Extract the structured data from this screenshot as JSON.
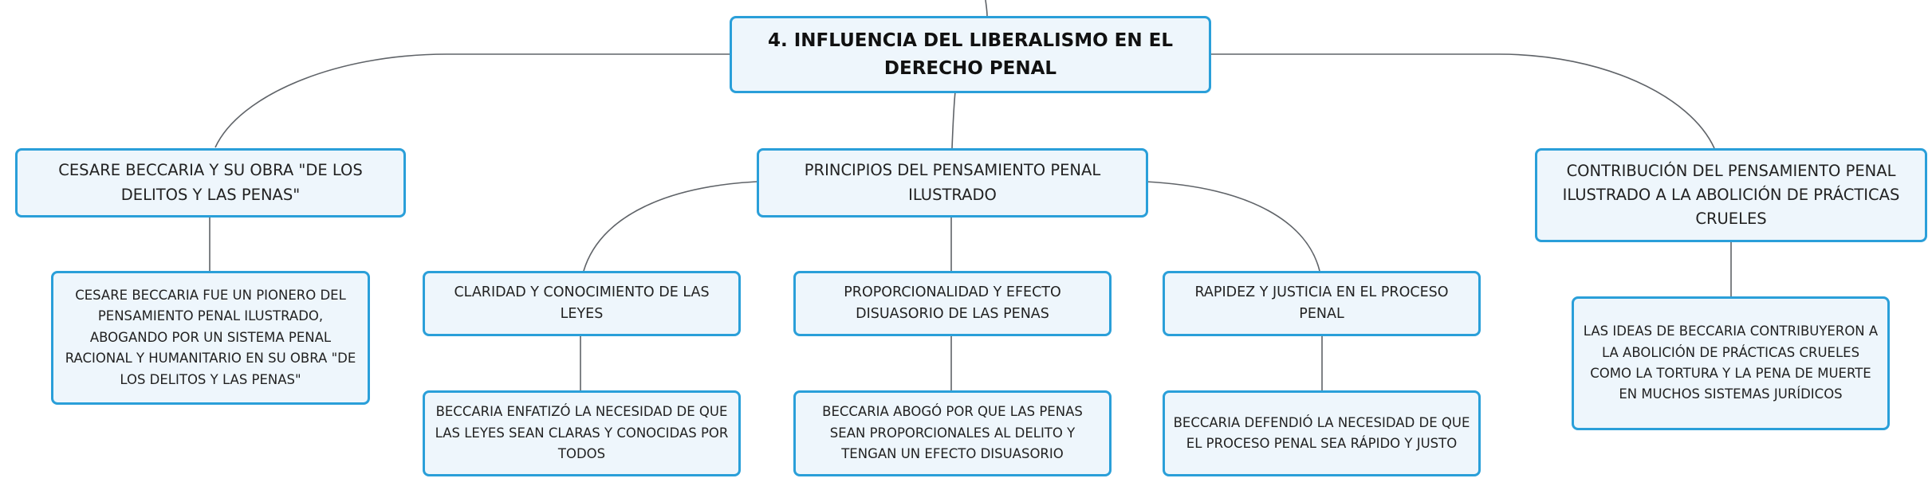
{
  "diagram": {
    "root": {
      "label": "4. INFLUENCIA DEL LIBERALISMO EN EL DERECHO PENAL"
    },
    "branches": {
      "beccaria": {
        "label": "CESARE BECCARIA Y SU OBRA \"DE LOS DELITOS Y LAS PENAS\""
      },
      "beccaria_detail": {
        "label": "CESARE BECCARIA FUE UN PIONERO DEL PENSAMIENTO PENAL ILUSTRADO, ABOGANDO POR UN SISTEMA PENAL RACIONAL Y HUMANITARIO EN SU OBRA \"DE LOS DELITOS Y LAS PENAS\""
      },
      "principios": {
        "label": "PRINCIPIOS DEL PENSAMIENTO PENAL ILUSTRADO"
      },
      "claridad": {
        "label": "CLARIDAD Y CONOCIMIENTO DE LAS LEYES"
      },
      "claridad_detail": {
        "label": "BECCARIA ENFATIZÓ LA NECESIDAD DE QUE LAS LEYES SEAN CLARAS Y CONOCIDAS POR TODOS"
      },
      "proporcionalidad": {
        "label": "PROPORCIONALIDAD Y EFECTO DISUASORIO DE LAS PENAS"
      },
      "proporcionalidad_detail": {
        "label": "BECCARIA ABOGÓ POR QUE LAS PENAS SEAN PROPORCIONALES AL DELITO Y TENGAN UN EFECTO DISUASORIO"
      },
      "rapidez": {
        "label": "RAPIDEZ Y JUSTICIA EN EL PROCESO PENAL"
      },
      "rapidez_detail": {
        "label": "BECCARIA DEFENDIÓ LA NECESIDAD DE QUE EL PROCESO PENAL SEA RÁPIDO Y JUSTO"
      },
      "contribucion": {
        "label": "CONTRIBUCIÓN DEL PENSAMIENTO PENAL ILUSTRADO A LA ABOLICIÓN DE PRÁCTICAS CRUELES"
      },
      "contribucion_detail": {
        "label": "LAS IDEAS DE BECCARIA CONTRIBUYERON A LA ABOLICIÓN DE PRÁCTICAS CRUELES COMO LA TORTURA Y LA PENA DE MUERTE EN MUCHOS SISTEMAS JURÍDICOS"
      }
    },
    "colors": {
      "node_border": "#2a9fd9",
      "node_fill": "#eef6fc",
      "connector": "#5f6368"
    }
  }
}
